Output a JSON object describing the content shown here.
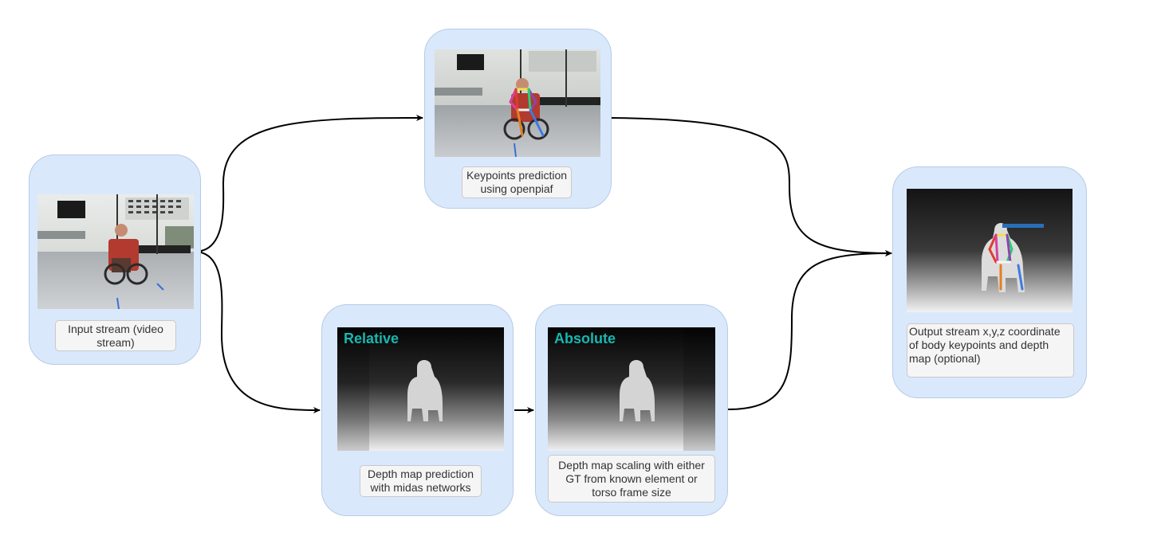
{
  "nodes": {
    "input": {
      "caption": "Input stream (video stream)",
      "image": "wheelchair-video-frame"
    },
    "keypoints": {
      "caption": "Keypoints prediction using openpiaf",
      "image": "skeleton-overlay-frame"
    },
    "depth_relative": {
      "caption": "Depth map prediction with midas networks",
      "overlay": "Relative",
      "image": "relative-depth-map"
    },
    "depth_absolute": {
      "caption": "Depth map scaling with either GT from known element or torso frame size",
      "overlay": "Absolute",
      "image": "absolute-depth-map"
    },
    "output": {
      "caption": "Output stream x,y,z coordinate of body keypoints and depth map (optional)",
      "image": "depth-map-with-skeleton"
    }
  },
  "colors": {
    "node_fill": "#dae8fc",
    "node_border": "#b6cbe6",
    "caption_fill": "#f5f5f5",
    "overlay_text": "#17b8b0",
    "connector": "#000000"
  }
}
